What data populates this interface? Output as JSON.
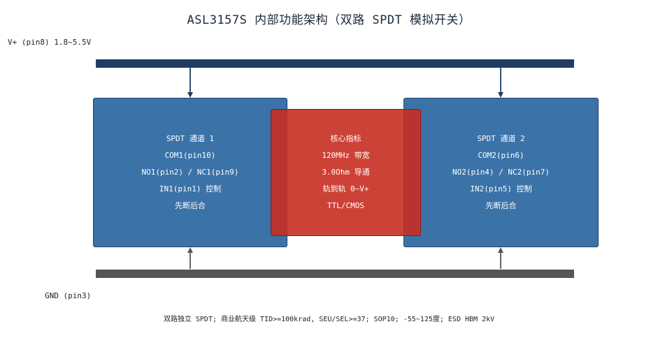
{
  "title": "ASL3157S 内部功能架构（双路 SPDT 模拟开关）",
  "power": {
    "vplus_label": "V+ (pin8) 1.8~5.5V",
    "gnd_label": "GND (pin3)"
  },
  "channel1": {
    "lines": [
      "SPDT 通道 1",
      "COM1(pin10)",
      "NO1(pin2) / NC1(pin9)",
      "IN1(pin1) 控制",
      "先断后合"
    ]
  },
  "core": {
    "lines": [
      "核心指标",
      "120MHz 带宽",
      "3.0Ohm 导通",
      "轨到轨 0~V+",
      "TTL/CMOS"
    ]
  },
  "channel2": {
    "lines": [
      "SPDT 通道 2",
      "COM2(pin6)",
      "NO2(pin4) / NC2(pin7)",
      "IN2(pin5) 控制",
      "先断后合"
    ]
  },
  "footnote": "双路独立 SPDT; 商业航天级 TID>=100krad, SEU/SEL>=37; SOP10; -55~125度; ESD HBM 2kV",
  "colors": {
    "vplus_rail": "#1f3d63",
    "gnd_rail": "#565656",
    "channel_box": "#3b73a8",
    "core_box": "#c82d20"
  }
}
